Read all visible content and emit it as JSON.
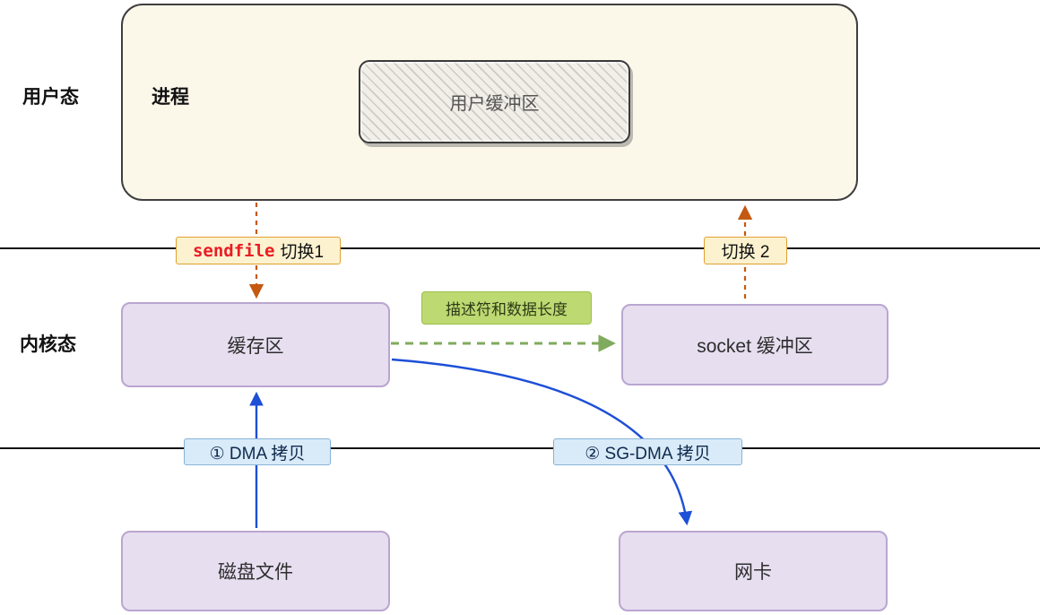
{
  "layers": {
    "user_mode_label": "用户态",
    "kernel_mode_label": "内核态"
  },
  "nodes": {
    "process": {
      "label": "进程"
    },
    "user_buffer": {
      "label": "用户缓冲区"
    },
    "page_cache": {
      "label": "缓存区"
    },
    "socket_buffer": {
      "label": "socket 缓冲区"
    },
    "disk_file": {
      "label": "磁盘文件"
    },
    "nic": {
      "label": "网卡"
    }
  },
  "annotations": {
    "switch1": {
      "keyword": "sendfile",
      "rest": "切换1"
    },
    "switch2": {
      "label": "切换 2"
    },
    "descriptor": {
      "label": "描述符和数据长度"
    },
    "dma_copy": {
      "label": "① DMA 拷贝"
    },
    "sg_dma_copy": {
      "label": "② SG-DMA 拷贝"
    }
  },
  "colors": {
    "process_bg": "#fbf8ea",
    "purple_bg": "#e7def0",
    "purple_border": "#b9a6d0",
    "switch_bg": "#fcf2d0",
    "switch_border": "#e0a030",
    "sendfile_red": "#ea1c24",
    "green_bg": "#bdd971",
    "green_border": "#9cbf4e",
    "blue_label_bg": "#d9eaf8",
    "blue_label_border": "#88b4d8",
    "arrow_orange": "#c45911",
    "arrow_blue": "#1d4fd7",
    "arrow_green": "#80ab5e"
  }
}
